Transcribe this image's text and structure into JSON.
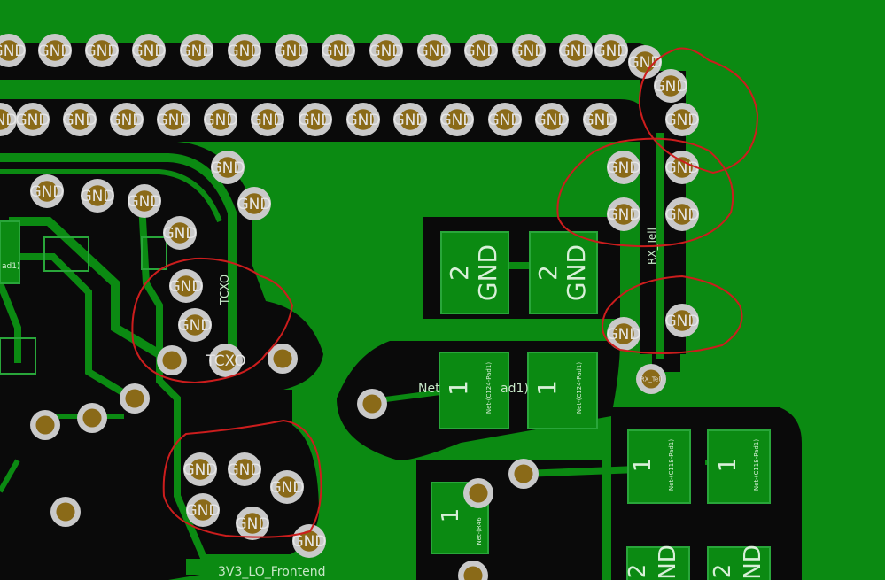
{
  "colors": {
    "copper": "#0b8a12",
    "void": "#0a0a0a",
    "outline": "#29a63a",
    "via_ring": "#c9c9c9",
    "via_hole": "#8a6a18",
    "text": "#d8f0d8",
    "annotation": "#cc1d1d"
  },
  "pads": {
    "gnd": "GND",
    "num_1": "1",
    "num_2": "2"
  },
  "labels": {
    "tcxo": "TCXO",
    "tcxo_via": "TCXO",
    "rx_tell": "RX_Tell",
    "rx_tell_via": "RX_Tell",
    "net_pad1": "Net",
    "net_pad1_tail": "ad1)",
    "frontend": "3V3_LO_Frontend",
    "left_pad_fragment": "ad1)"
  },
  "pad_net_labels": {
    "c124_a": "Net-(C124-Pad1)",
    "c124_b": "Net-(C124-Pad1)",
    "c118_a": "Net-(C118-Pad1)",
    "c118_b": "Net-(C118-Pad1)",
    "r46": "Net-(R46"
  }
}
